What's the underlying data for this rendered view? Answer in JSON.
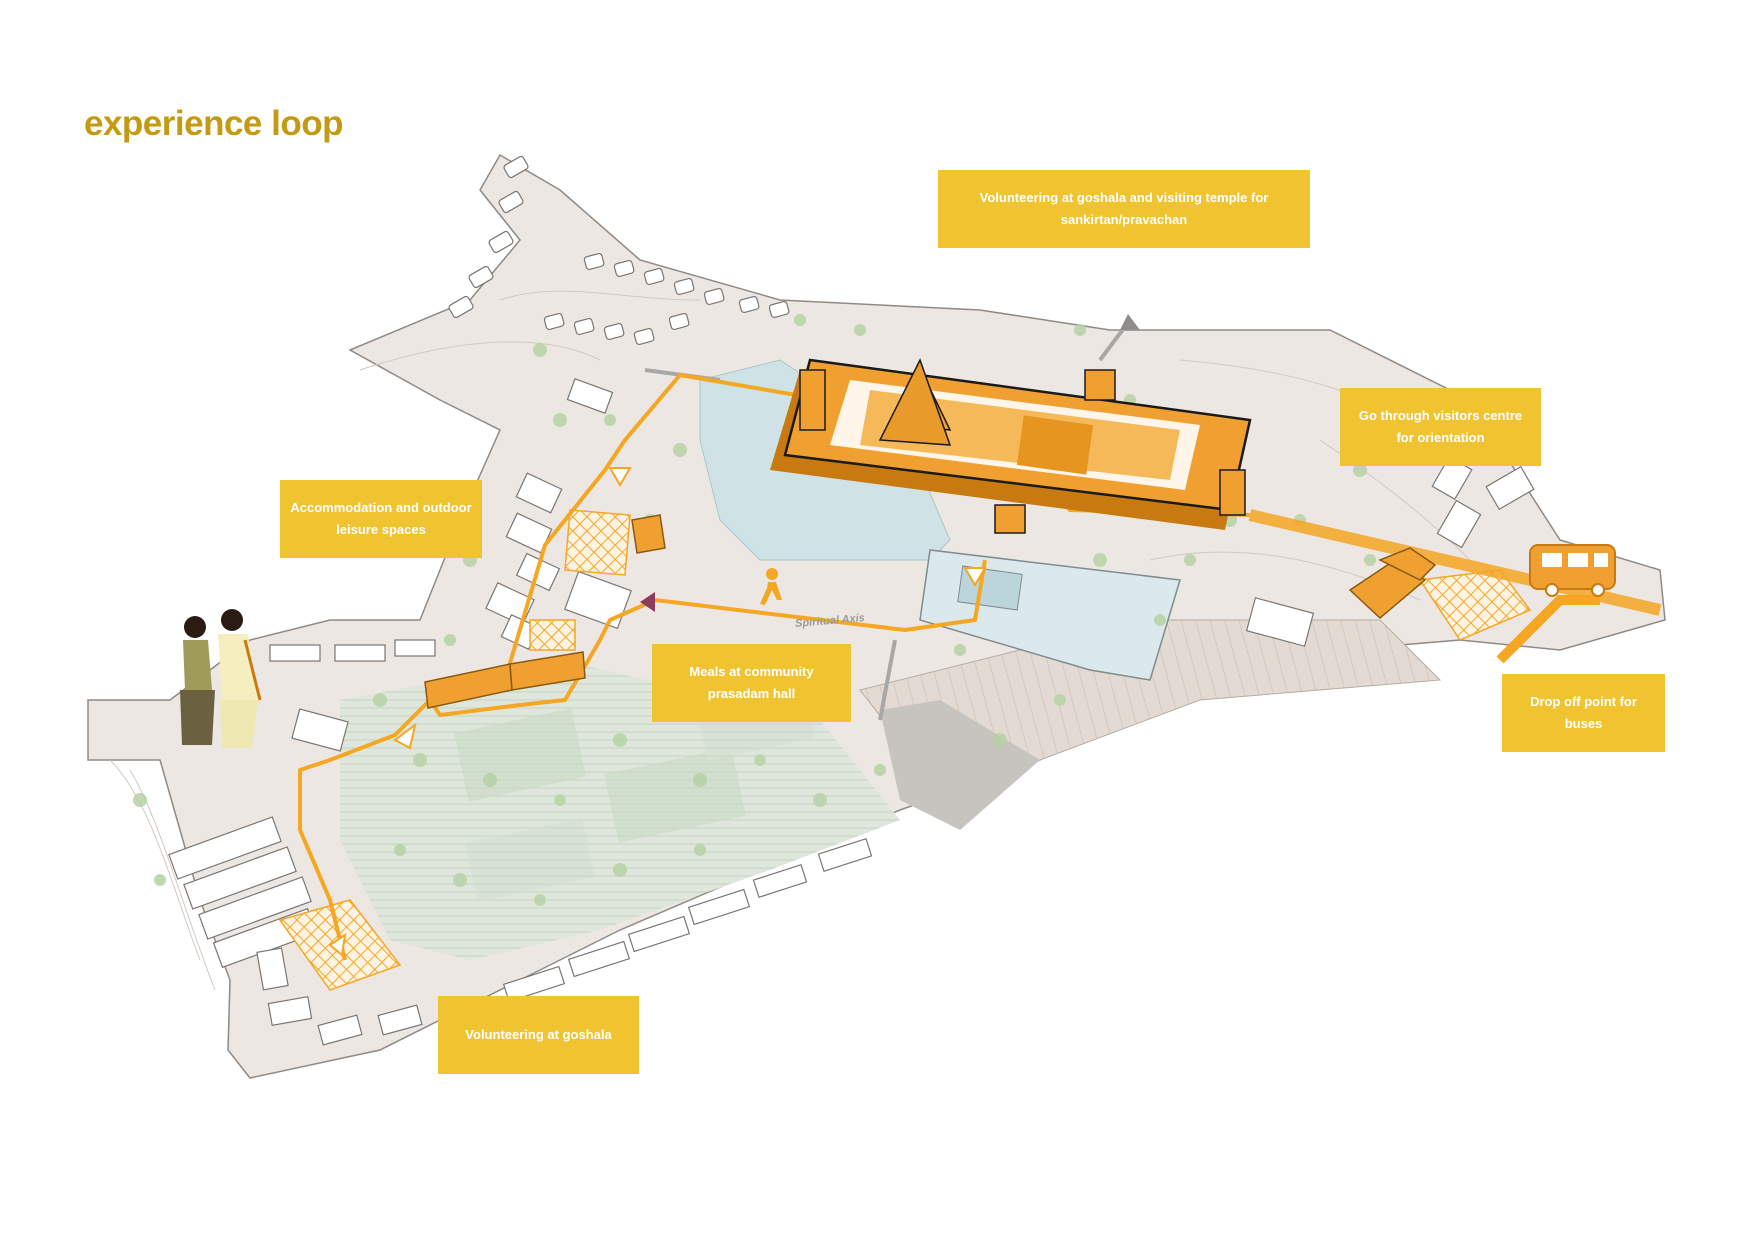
{
  "title": "experience loop",
  "labels": {
    "temple": "Volunteering at goshala and visiting temple for sankirtan/pravachan",
    "visitors": "Go through visitors centre for orientation",
    "accommodation": "Accommodation and outdoor leisure spaces",
    "meals": "Meals at community prasadam hall",
    "bus": "Drop off point for buses",
    "goshala": "Volunteering at goshala"
  },
  "map_text": {
    "axis": "Spiritual Axis"
  },
  "colors": {
    "title": "#c39a12",
    "label_bg": "#f0c330",
    "path": "#f5a623",
    "building": "#f0a030",
    "site": "#ece7e2",
    "water": "#cfe2e6",
    "greenery": "#b8d2a6"
  }
}
